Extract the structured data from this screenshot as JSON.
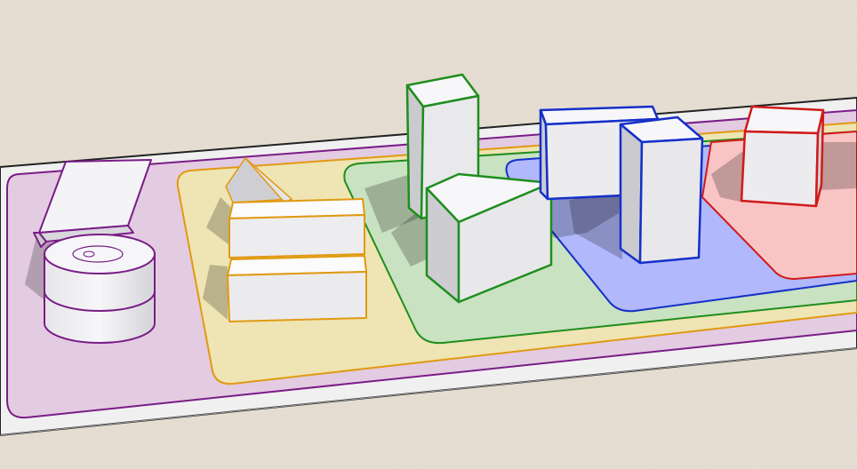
{
  "scene": {
    "description_colors": {
      "ground": "#e8e0d4",
      "base_slab": "#f0f0f0",
      "zone_purple": "#e3cbe1",
      "zone_yellow": "#efe4b3",
      "zone_green": "#c9e2c1",
      "zone_blue": "#b1b8fb",
      "zone_red": "#f9c5c4",
      "outline_purple": "#7a1d87",
      "outline_yellow": "#e09a12",
      "outline_green": "#1f8e1e",
      "outline_blue": "#1530c8",
      "outline_red": "#d11a1a",
      "block_face_light": "#f2f2f4",
      "block_face_mid": "#e2e2e5",
      "block_face_dark": "#c9c9cd",
      "shadow": "#00000040"
    },
    "zones": [
      {
        "name": "purple-zone",
        "color": "#e3cbe1"
      },
      {
        "name": "yellow-zone",
        "color": "#efe4b3"
      },
      {
        "name": "green-zone",
        "color": "#c9e2c1"
      },
      {
        "name": "blue-zone",
        "color": "#b1b8fb"
      },
      {
        "name": "red-zone",
        "color": "#f9c5c4"
      }
    ],
    "buildings": [
      {
        "name": "purple-tilted-slab",
        "zone": "purple"
      },
      {
        "name": "purple-cylinder",
        "zone": "purple"
      },
      {
        "name": "yellow-wedge",
        "zone": "yellow"
      },
      {
        "name": "yellow-box-upper",
        "zone": "yellow"
      },
      {
        "name": "yellow-box-lower",
        "zone": "yellow"
      },
      {
        "name": "green-tower",
        "zone": "green"
      },
      {
        "name": "green-wedge-block",
        "zone": "green"
      },
      {
        "name": "blue-wide-block",
        "zone": "blue"
      },
      {
        "name": "blue-tower",
        "zone": "blue"
      },
      {
        "name": "red-cube",
        "zone": "red"
      }
    ]
  }
}
